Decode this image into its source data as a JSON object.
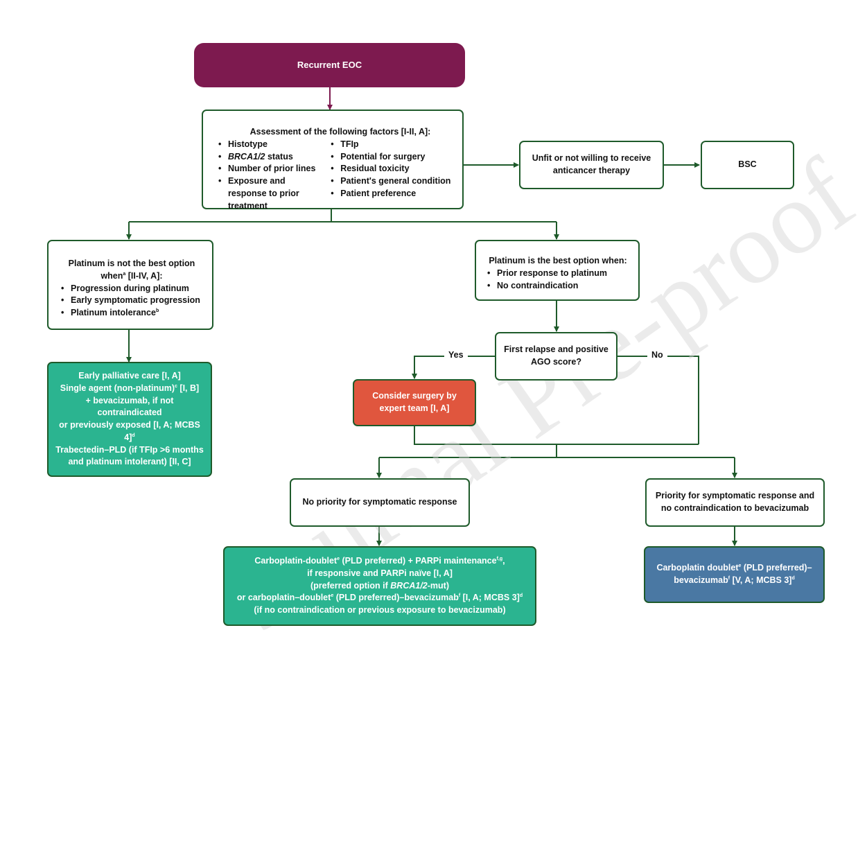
{
  "title": "Recurrent EOC",
  "assessment": {
    "heading": "Assessment of the following factors [I-II, A]:",
    "left_items": [
      "Histotype",
      "BRCA1/2 status",
      "Number of prior lines",
      "Exposure and response to prior treatment"
    ],
    "right_items": [
      "TFIp",
      "Potential for surgery",
      "Residual toxicity",
      "Patient's general condition",
      "Patient preference"
    ]
  },
  "unfit": "Unfit or not willing to receive anticancer therapy",
  "bsc": "BSC",
  "not_best": {
    "heading_a": "Platinum is not the best option when",
    "sup_a": "a",
    "heading_b": " [II-IV, A]:",
    "items": [
      "Progression during platinum",
      "Early symptomatic progression",
      "Platinum intolerance"
    ],
    "item3_sup": "b"
  },
  "best": {
    "heading": "Platinum is the best option when:",
    "items": [
      "Prior response to platinum",
      "No contraindication"
    ]
  },
  "palliative": {
    "l1": "Early palliative care [I, A]",
    "l2a": "Single agent (non-platinum)",
    "l2sup": "c",
    "l2b": " [I, B]",
    "l3": "+ bevacizumab, if not contraindicated",
    "l4a": "or previously exposed [I, A; MCBS 4]",
    "l4sup": "d",
    "l5": "Trabectedin–PLD (if TFIp >6 months",
    "l6": "and platinum intolerant) [II, C]"
  },
  "decision": "First relapse and positive AGO score?",
  "yes": "Yes",
  "no": "No",
  "surgery": "Consider surgery by expert team [I, A]",
  "no_priority": "No priority for symptomatic response",
  "priority": "Priority for symptomatic response and no contraindication to bevacizumab",
  "doublet_parp": {
    "l1a": "Carboplatin-doublet",
    "l1sup1": "e",
    "l1b": " (PLD preferred) + PARPi maintenance",
    "l1sup2": "f,g",
    "l1c": ",",
    "l2": "if responsive and PARPi naïve [I, A]",
    "l3a": "(preferred option if ",
    "l3b": "BRCA1/2",
    "l3c": "-mut)",
    "l4a": "or carboplatin–doublet",
    "l4sup1": "e",
    "l4b": " (PLD preferred)–bevacizumab",
    "l4sup2": "f",
    "l4c": " [I, A; MCBS 3]",
    "l4sup3": "d",
    "l5": "(if no contraindication or previous exposure to bevacizumab)"
  },
  "doublet_bev": {
    "l1a": "Carboplatin doublet",
    "l1sup": "e",
    "l1b": " (PLD preferred)–",
    "l2a": "bevacizumab",
    "l2sup1": "f",
    "l2b": " [V, A; MCBS 3]",
    "l2sup2": "d"
  },
  "watermark": "Journal Pre-proof",
  "colors": {
    "line": "#1e5a2a",
    "title": "#7d1a4f",
    "red": "#e0563e",
    "teal": "#2bb490",
    "blue": "#4a78a3"
  }
}
